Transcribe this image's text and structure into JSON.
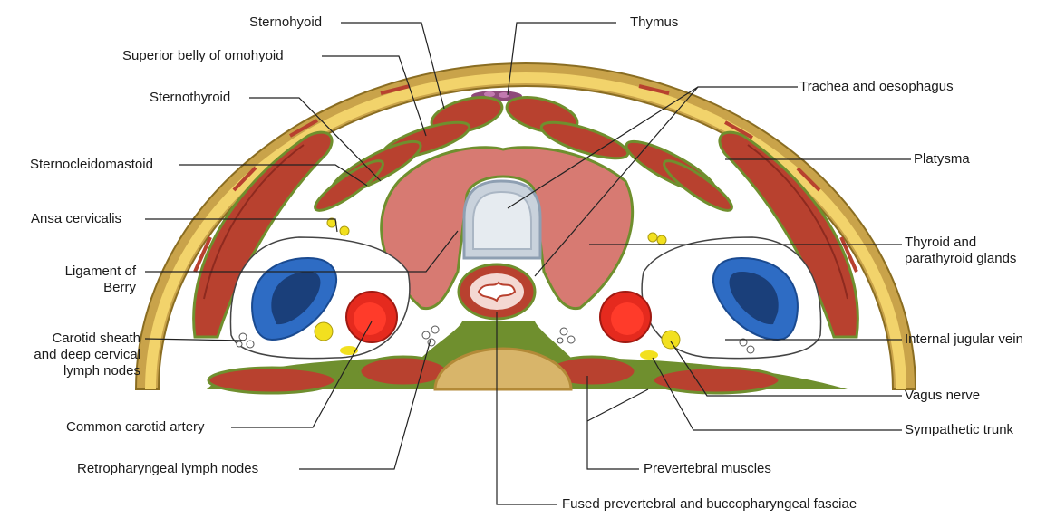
{
  "labels": {
    "sternohyoid": "Sternohyoid",
    "thymus": "Thymus",
    "superior_belly_omohyoid": "Superior belly of omohyoid",
    "trachea_oesophagus": "Trachea and oesophagus",
    "sternothyroid": "Sternothyroid",
    "platysma": "Platysma",
    "sternocleidomastoid": "Sternocleidomastoid",
    "ansa_cervicalis": "Ansa cervicalis",
    "thyroid_line1": "Thyroid and",
    "thyroid_line2": "parathyroid glands",
    "ligament_line1": "Ligament of",
    "ligament_line2": "Berry",
    "internal_jugular_vein": "Internal jugular vein",
    "carotid_line1": "Carotid sheath",
    "carotid_line2": "and deep cervical",
    "carotid_line3": "lymph nodes",
    "vagus_nerve": "Vagus nerve",
    "common_carotid_artery": "Common carotid artery",
    "sympathetic_trunk": "Sympathetic trunk",
    "prevertebral_muscles": "Prevertebral muscles",
    "retropharyngeal_lymph_nodes": "Retropharyngeal lymph nodes",
    "fused_fasciae": "Fused prevertebral and buccopharyngeal fasciae"
  },
  "colors": {
    "skin_outer": "#c9a34a",
    "subcutaneous": "#f2d36b",
    "muscle": "#b8412f",
    "muscle_dark": "#8e2a1f",
    "fascia": "#6f8f2e",
    "thyroid": "#d77a72",
    "trachea": "#b9c6d6",
    "vein": "#2e6cc4",
    "artery": "#e52a1e",
    "nerve": "#f2e01f",
    "vertebra": "#d8b56a"
  }
}
